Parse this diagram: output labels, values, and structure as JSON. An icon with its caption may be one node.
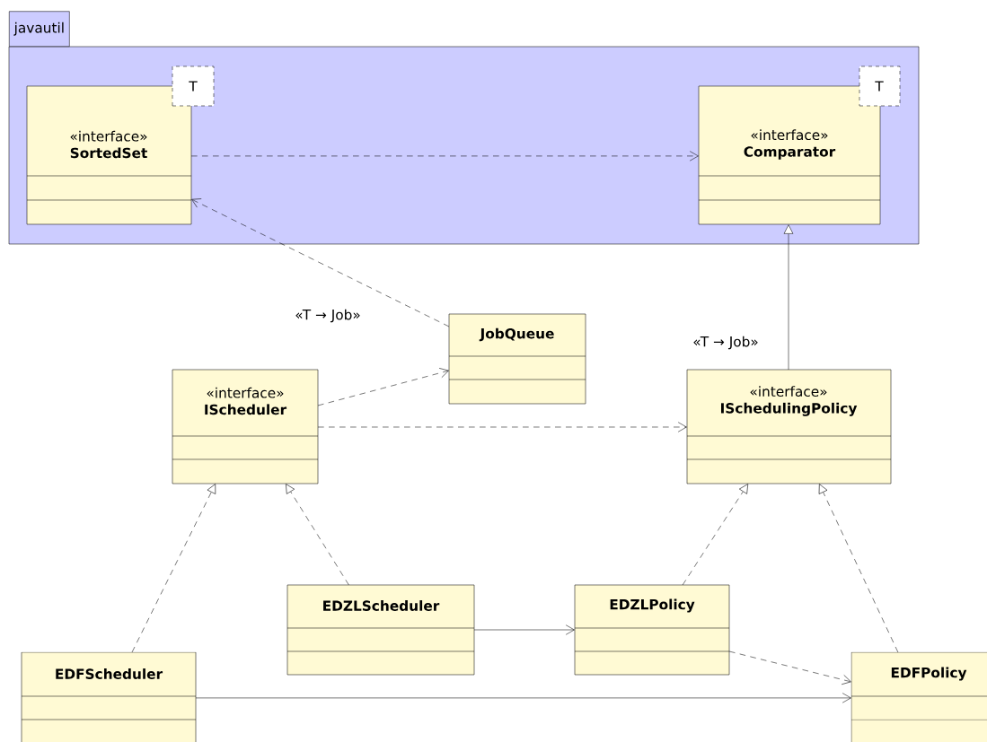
{
  "diagram": {
    "nodes": [
      {
        "text": [
          "javautil"
        ]
      },
      {
        "text": [
          "«interface»",
          "SortedSet"
        ],
        "in": 0
      },
      {
        "text": [
          "T"
        ],
        "in": 0
      },
      {
        "text": [
          "«interface»",
          "Comparator"
        ],
        "in": 0
      },
      {
        "text": [
          "T"
        ],
        "in": 0
      },
      {
        "text": [
          "JobQueue"
        ]
      },
      {
        "text": [
          "«interface»",
          "IScheduler"
        ]
      },
      {
        "text": [
          "«interface»",
          "ISchedulingPolicy"
        ]
      },
      {
        "text": [
          "EDZLScheduler"
        ]
      },
      {
        "text": [
          "EDZLPolicy"
        ]
      },
      {
        "text": [
          "EDFScheduler"
        ]
      },
      {
        "text": [
          "EDFPolicy"
        ]
      }
    ],
    "edges": [
      {
        "from": 1,
        "to": 3,
        "arrow": "to",
        "style": "dashed"
      },
      {
        "from": 5,
        "to": 1,
        "arrow": "to",
        "style": "dashed",
        "label": "«T → Job»"
      },
      {
        "from": 6,
        "to": 5,
        "arrow": "to",
        "style": "dashed"
      },
      {
        "from": 6,
        "to": 7,
        "arrow": "to",
        "style": "dashed"
      },
      {
        "from": 7,
        "to": 3,
        "arrow": "to",
        "label": "«T → Job»"
      },
      {
        "from": 10,
        "to": 6,
        "arrow": "to",
        "style": "dashed"
      },
      {
        "from": 8,
        "to": 6,
        "arrow": "to",
        "style": "dashed"
      },
      {
        "from": 8,
        "to": 9,
        "arrow": "to"
      },
      {
        "from": 9,
        "to": 7,
        "arrow": "to",
        "style": "dashed"
      },
      {
        "from": 9,
        "to": 11,
        "arrow": "to",
        "style": "dashed"
      },
      {
        "from": 11,
        "to": 7,
        "arrow": "to",
        "style": "dashed"
      },
      {
        "from": 10,
        "to": 11,
        "arrow": "to"
      }
    ]
  }
}
